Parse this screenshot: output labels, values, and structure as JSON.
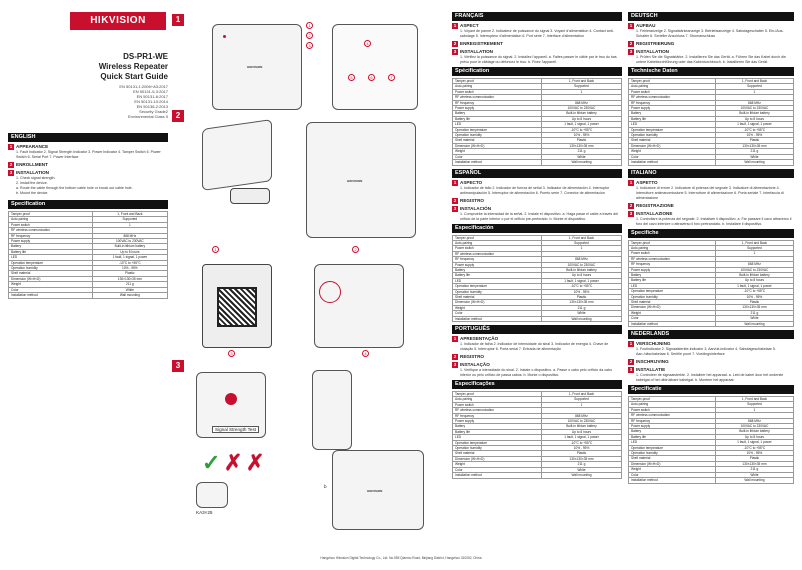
{
  "logo": "HIKVISION",
  "cover": {
    "model": "DS-PR1-WE",
    "title": "Wireless Repeater",
    "guide": "Quick Start Guide",
    "standards": [
      "EN 50131-1:2006+A3:2017",
      "EN 50131-5-3:2017",
      "EN 50131-6:2017",
      "EN 50131-10:2014",
      "EN 50136-2:2013",
      "Security Grade2",
      "Environmental Class II"
    ]
  },
  "english": {
    "lang": "ENGLISH",
    "appearance": "APPEARANCE",
    "appearance_text": "1. Fault Indicator   2. Signal Strength Indicator   3. Power Indicator  4. Tamper Switch   5. Power Switch   6. Serial Port   7. Power Interface",
    "enrollment": "ENROLLMENT",
    "installation": "INSTALLATION",
    "install_steps": [
      "1. Check signal strength.",
      "2. Install the device.",
      "a. Route the cable through the bottom cable hole or knock out cable hole.",
      "b. Mount the device."
    ],
    "spec_title": "Specification",
    "spec": [
      [
        "Tamper-proof",
        "1, Front and Back"
      ],
      [
        "Auto-pairing",
        "Supported"
      ],
      [
        "Power switch",
        "1"
      ],
      [
        "RF wireless communication",
        ""
      ],
      [
        "RF frequency",
        "868 MHz"
      ],
      [
        "Power supply",
        "100VAC to 230VAC"
      ],
      [
        "Battery",
        "Built-in lithium battery"
      ],
      [
        "Battery life",
        "Up to 8 hours"
      ],
      [
        "LED",
        "1 fault, 1 signal, 1 power"
      ],
      [
        "Operation temperature",
        "-10°C to +55°C"
      ],
      [
        "Operation humidity",
        "10% - 95%"
      ],
      [
        "Shell material",
        "Plastic"
      ],
      [
        "Dimension (W×H×D)",
        "130×130×35 mm"
      ],
      [
        "Weight",
        "211 g"
      ],
      [
        "Color",
        "White"
      ],
      [
        "Installation method",
        "Wall mounting"
      ]
    ]
  },
  "figures": {
    "fig1": "1",
    "fig2": "2",
    "fig3": "3",
    "brand": "HIKVISION",
    "callouts": [
      "1",
      "2",
      "3",
      "4",
      "5",
      "6",
      "7"
    ],
    "step_labels": [
      "1",
      "2",
      "3",
      "4"
    ],
    "signal_test": "Signal Strength Test",
    "anchor": "KA3×25",
    "a": "a",
    "b": "b",
    "check_symbol": "✓",
    "cross_symbol": "✗"
  },
  "francais": {
    "lang": "FRANÇAIS",
    "s1": "ASPECT",
    "s1_text": "1. Voyant de panne  2. Indicateur de puissance du signal  3. Voyant d'alimentation  4. Contact anti-sabotage  5. Interrupteur d'alimentation  6. Port série  7. Interface d'alimentation",
    "s2": "ENREGISTREMENT",
    "s3": "INSTALLATION",
    "s3_text": "1. Vérifiez la puissance du signal.  2. Installez l'appareil.  a. Faites passer le câble par le trou du bas prévu pour le câblage ou défoncez le trou.  b. Fixez l'appareil.",
    "spec_title": "Spécification"
  },
  "espanol": {
    "lang": "ESPAÑOL",
    "s1": "ASPECTO",
    "s1_text": "1. Indicador de fallo  2. Indicador de fuerza de señal  3. Indicador de alimentación  4. Interruptor antimanipulación  5. Interruptor de alimentación  6. Puerto serie  7. Conector de alimentación",
    "s2": "REGISTRO",
    "s3": "INSTALACIÓN",
    "s3_text": "1. Compruebe la intensidad de la señal.  2. Instale el dispositivo.  a. Haga pasar el cable a través del orificio de la parte inferior o por el orificio pre-perforado.  b. Monte el dispositivo.",
    "spec_title": "Especificación"
  },
  "portugues": {
    "lang": "PORTUGUÊS",
    "s1": "APRESENTAÇÃO",
    "s1_text": "1. Indicador de falha  2. Indicador de intensidade do sinal  3. Indicador de energia  4. Chave de violação  5. Interruptor  6. Porta serial  7. Entrada de alimentação",
    "s2": "REGISTRO",
    "s3": "INSTALAÇÃO",
    "s3_text": "1. Verifique a intensidade do sinal.  2. Instale o dispositivo.  a. Passe o cabo pelo orifício da cabo inferior ou pelo orifício de passa cabos.  b. Monte o dispositivo.",
    "spec_title": "Especificações"
  },
  "deutsch": {
    "lang": "DEUTSCH",
    "s1": "AUFBAU",
    "s1_text": "1. Fehleranzeige  2. Signalstärkeanzeige  3. Betriebsanzeige  4. Sabotageschalter  5. Ein-/Aus-Schalter  6. Serieller Anschluss  7. Stromanschluss",
    "s2": "REGISTRIERUNG",
    "s3": "INSTALLATION",
    "s3_text": "1. Prüfen Sie die Signalstärke.  2. Installieren Sie das Gerät.  a. Führen Sie das Kabel durch die untere Kabeldurchführung oder das Kabeldurchbruch.  b. Installieren Sie das Gerät.",
    "spec_title": "Technische Daten"
  },
  "italiano": {
    "lang": "ITALIANO",
    "s1": "ASPETTO",
    "s1_text": "1. Indicatore di errore  2. Indicatore di potenza del segnale  3. Indicatore di alimentazione  4. Interruttore antimanomissione  5. Interruttore di alimentazione  6. Porta seriale  7. Interfaccia di alimentazione",
    "s2": "REGISTRAZIONE",
    "s3": "INSTALLAZIONE",
    "s3_text": "1. Controllare la potenza del segnale.  2. Installare il dispositivo.  a. Far passare il cavo attraverso il foro del cavo inferiore o attraverso il foro pretranciato.  b. Installare il dispositivo.",
    "spec_title": "Specifiche"
  },
  "nederlands": {
    "lang": "NEDERLANDS",
    "s1": "VERSCHIJNING",
    "s1_text": "1. Foutindicator  2. Signaalsterkte-indicator  3. Aan/uit-indicator  4. Sabotageschakelaar  5. Aan-/uitschakelaar  6. Seriële poort  7. Voedingsinterface",
    "s2": "INSCHRIJVING",
    "s3": "INSTALLATIE",
    "s3_text": "1. Controleer de signaalsterkte.  2. Installeer het apparaat.  a. Leid de kabel door het onderste kabelgat of het uitdrukbare kabelgat.  b. Monteer het apparaat.",
    "spec_title": "Specificatie"
  },
  "footer": "Hangzhou Hikvision Digital Technology Co., Ltd. No.555 Qianmo Road, Binjiang District, Hangzhou 310052, China",
  "colors": {
    "brand_red": "#c8102e",
    "bar": "#111111"
  }
}
